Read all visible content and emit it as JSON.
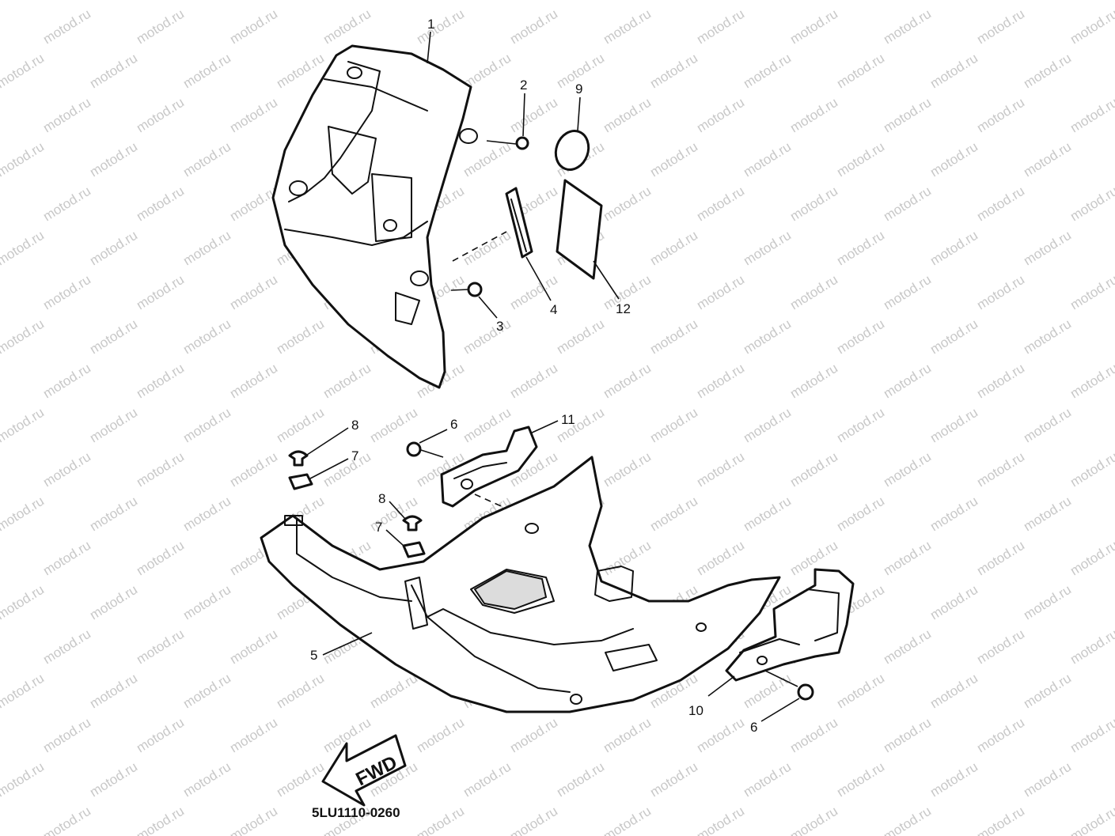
{
  "diagram": {
    "diagram_code": "5LU1110-0260",
    "direction_arrow_label": "FWD",
    "watermark_text": "motod.ru",
    "callouts": {
      "c1": "1",
      "c2": "2",
      "c3": "3",
      "c4": "4",
      "c5": "5",
      "c6a": "6",
      "c6b": "6",
      "c7a": "7",
      "c7b": "7",
      "c8a": "8",
      "c8b": "8",
      "c9": "9",
      "c10": "10",
      "c11": "11",
      "c12": "12"
    }
  }
}
